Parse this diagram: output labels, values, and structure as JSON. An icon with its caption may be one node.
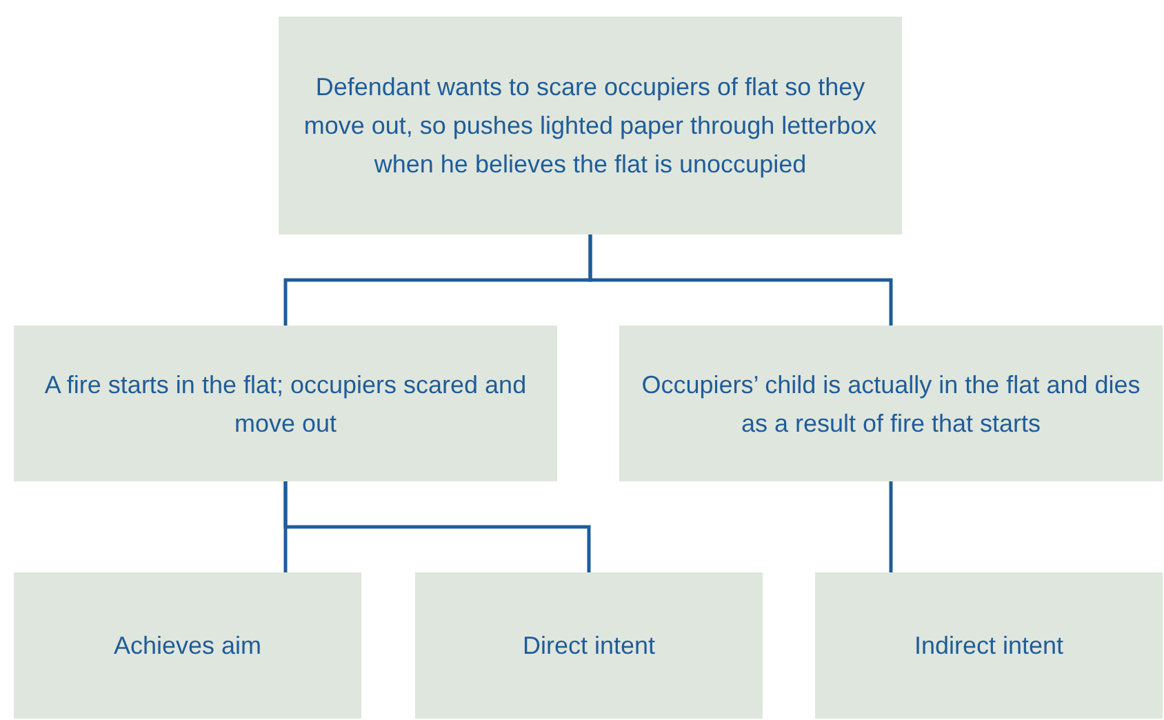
{
  "diagram": {
    "nodes": [
      {
        "text": [
          "Defendant wants to scare occupiers of flat so they move out, so pushes lighted paper through letterbox when he believes the flat is unoccupied"
        ]
      },
      {
        "text": [
          "A fire starts in the flat; occupiers scared and move out"
        ]
      },
      {
        "text": [
          "Occupiers’ child is actually in the flat and dies as a result of fire that starts"
        ]
      },
      {
        "text": [
          "Achieves aim"
        ]
      },
      {
        "text": [
          "Direct intent"
        ]
      },
      {
        "text": [
          "Indirect intent"
        ]
      }
    ],
    "edges": [
      {
        "from": 0,
        "to": 1,
        "arrow": "none"
      },
      {
        "from": 0,
        "to": 2,
        "arrow": "none"
      },
      {
        "from": 1,
        "to": 3,
        "arrow": "none"
      },
      {
        "from": 1,
        "to": 4,
        "arrow": "none"
      },
      {
        "from": 2,
        "to": 5,
        "arrow": "none"
      }
    ]
  }
}
